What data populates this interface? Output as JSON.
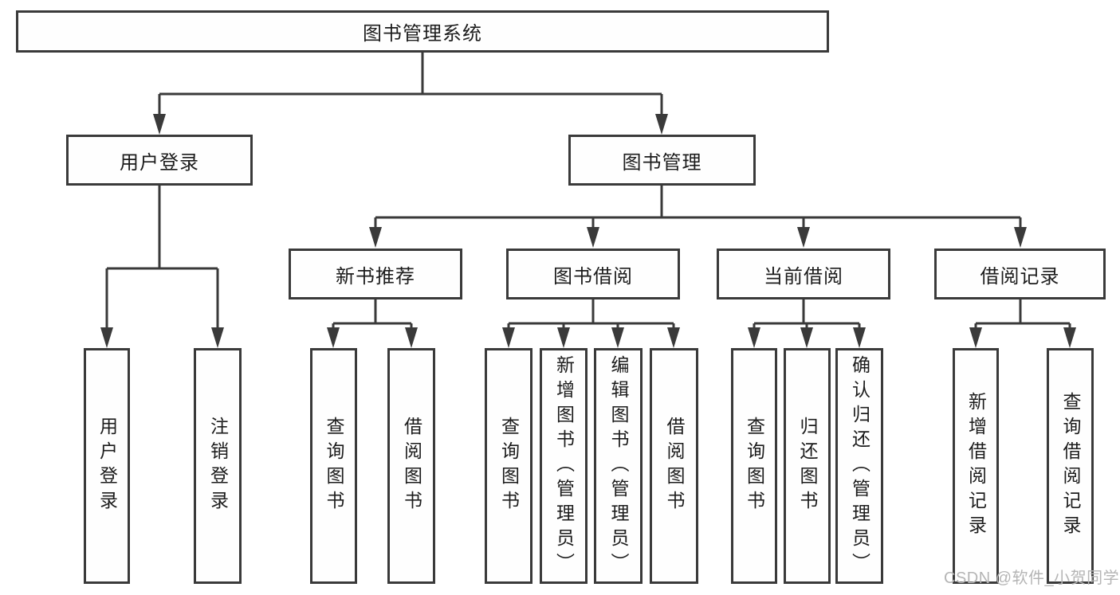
{
  "diagram": {
    "title": "图书管理系统",
    "root": {
      "label": "图书管理系统"
    },
    "level2": [
      {
        "id": "user-login",
        "label": "用户登录"
      },
      {
        "id": "book-management",
        "label": "图书管理"
      }
    ],
    "level3": [
      {
        "id": "new-book-recommend",
        "label": "新书推荐"
      },
      {
        "id": "book-borrow",
        "label": "图书借阅"
      },
      {
        "id": "current-borrow",
        "label": "当前借阅"
      },
      {
        "id": "borrow-records",
        "label": "借阅记录"
      }
    ],
    "leaves": {
      "user_login": [
        {
          "label": "用户登录"
        },
        {
          "label": "注销登录"
        }
      ],
      "new_book": [
        {
          "label": "查询图书"
        },
        {
          "label": "借阅图书"
        }
      ],
      "book_borrow": [
        {
          "label": "查询图书"
        },
        {
          "label": "新增图书（管理员）"
        },
        {
          "label": "编辑图书（管理员）"
        },
        {
          "label": "借阅图书"
        }
      ],
      "current_borrow": [
        {
          "label": "查询图书"
        },
        {
          "label": "归还图书"
        },
        {
          "label": "确认归还（管理员）"
        }
      ],
      "borrow_record": [
        {
          "label": "新增借阅记录"
        },
        {
          "label": "查询借阅记录"
        }
      ]
    },
    "watermark": "CSDN @软件_小贺同学",
    "colors": {
      "line": "#3a3a3a",
      "border": "#3a3a3a",
      "text": "#1c1c1c",
      "watermark": "#b5b5b5",
      "background": "#ffffff"
    }
  }
}
